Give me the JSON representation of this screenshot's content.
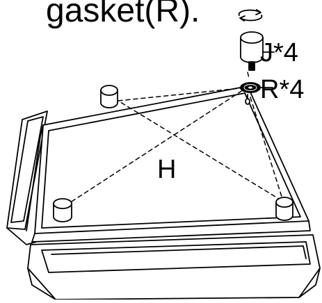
{
  "instruction_text": "gasket(R).",
  "labels": {
    "foot": "J*4",
    "gasket": "R*4",
    "base": "H"
  },
  "icons": {
    "rotate": "rotate-arrows-icon"
  },
  "colors": {
    "line": "#000000",
    "background": "#ffffff"
  }
}
